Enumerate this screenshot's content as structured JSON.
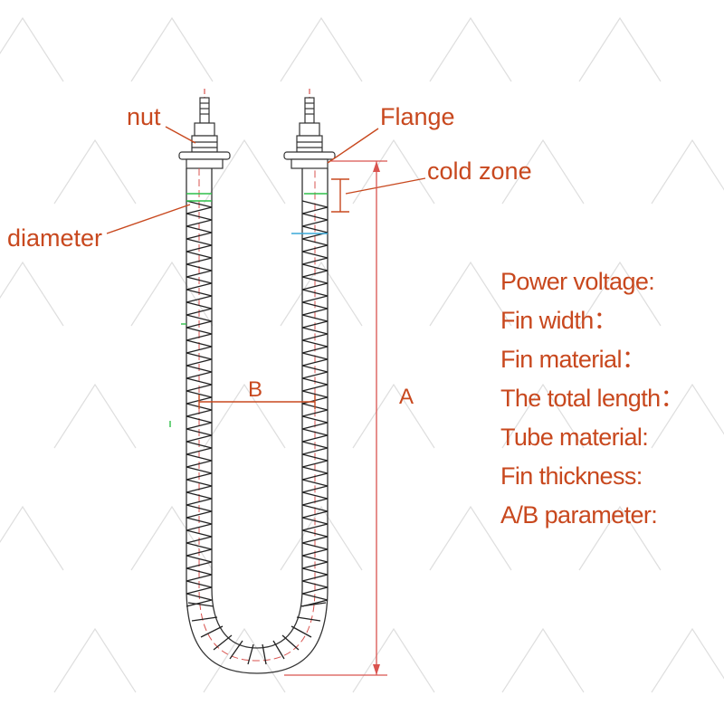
{
  "colors": {
    "label": "#c8481e",
    "drawing": "#333333",
    "dimension": "#d9534f",
    "fin_accent": "#2fbf4a",
    "water_accent": "#3aa8d8",
    "watermark": "#d8d8d8"
  },
  "callouts": {
    "nut": "nut",
    "flange": "Flange",
    "cold_zone": "cold zone",
    "diameter": "diameter"
  },
  "dimensions": {
    "a": "A",
    "b": "B"
  },
  "specs": [
    "Power voltage:",
    "Fin width：",
    "Fin material：",
    "The total length：",
    "Tube material:",
    "Fin thickness:",
    "A/B parameter:"
  ]
}
